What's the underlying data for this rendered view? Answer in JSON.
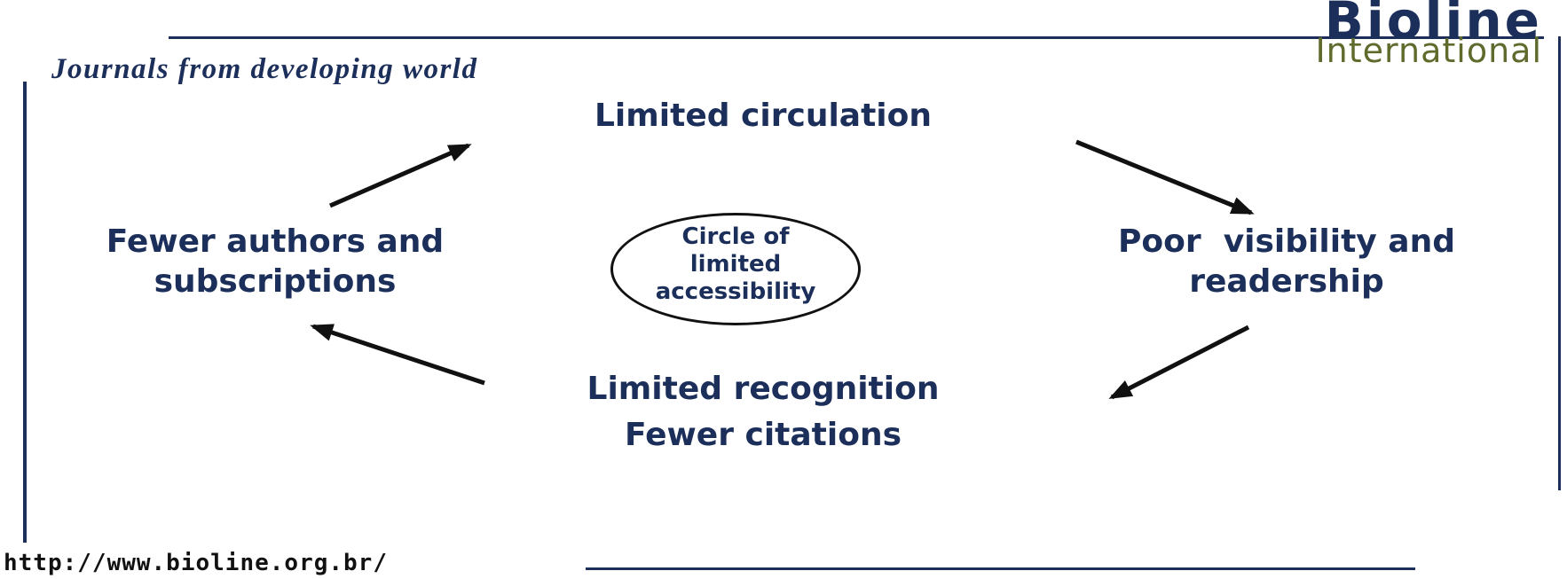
{
  "logo": {
    "name": "Bioline",
    "subtitle": "International"
  },
  "header": {
    "title": "Journals from developing world"
  },
  "diagram": {
    "center": [
      "Circle of",
      "limited",
      "accessibility"
    ],
    "nodes": {
      "top": [
        "Limited circulation"
      ],
      "right": [
        "Poor  visibility and",
        "readership"
      ],
      "bottom": [
        "Limited recognition",
        "Fewer citations"
      ],
      "left": [
        "Fewer authors and",
        "subscriptions"
      ]
    },
    "flow": "clockwise"
  },
  "footer": {
    "url": "http://www.bioline.org.br/"
  },
  "colors": {
    "text": "#1b2f5a",
    "rule": "#1b2f5a",
    "logo_sub": "#5e6b2c",
    "arrow": "#111111"
  }
}
